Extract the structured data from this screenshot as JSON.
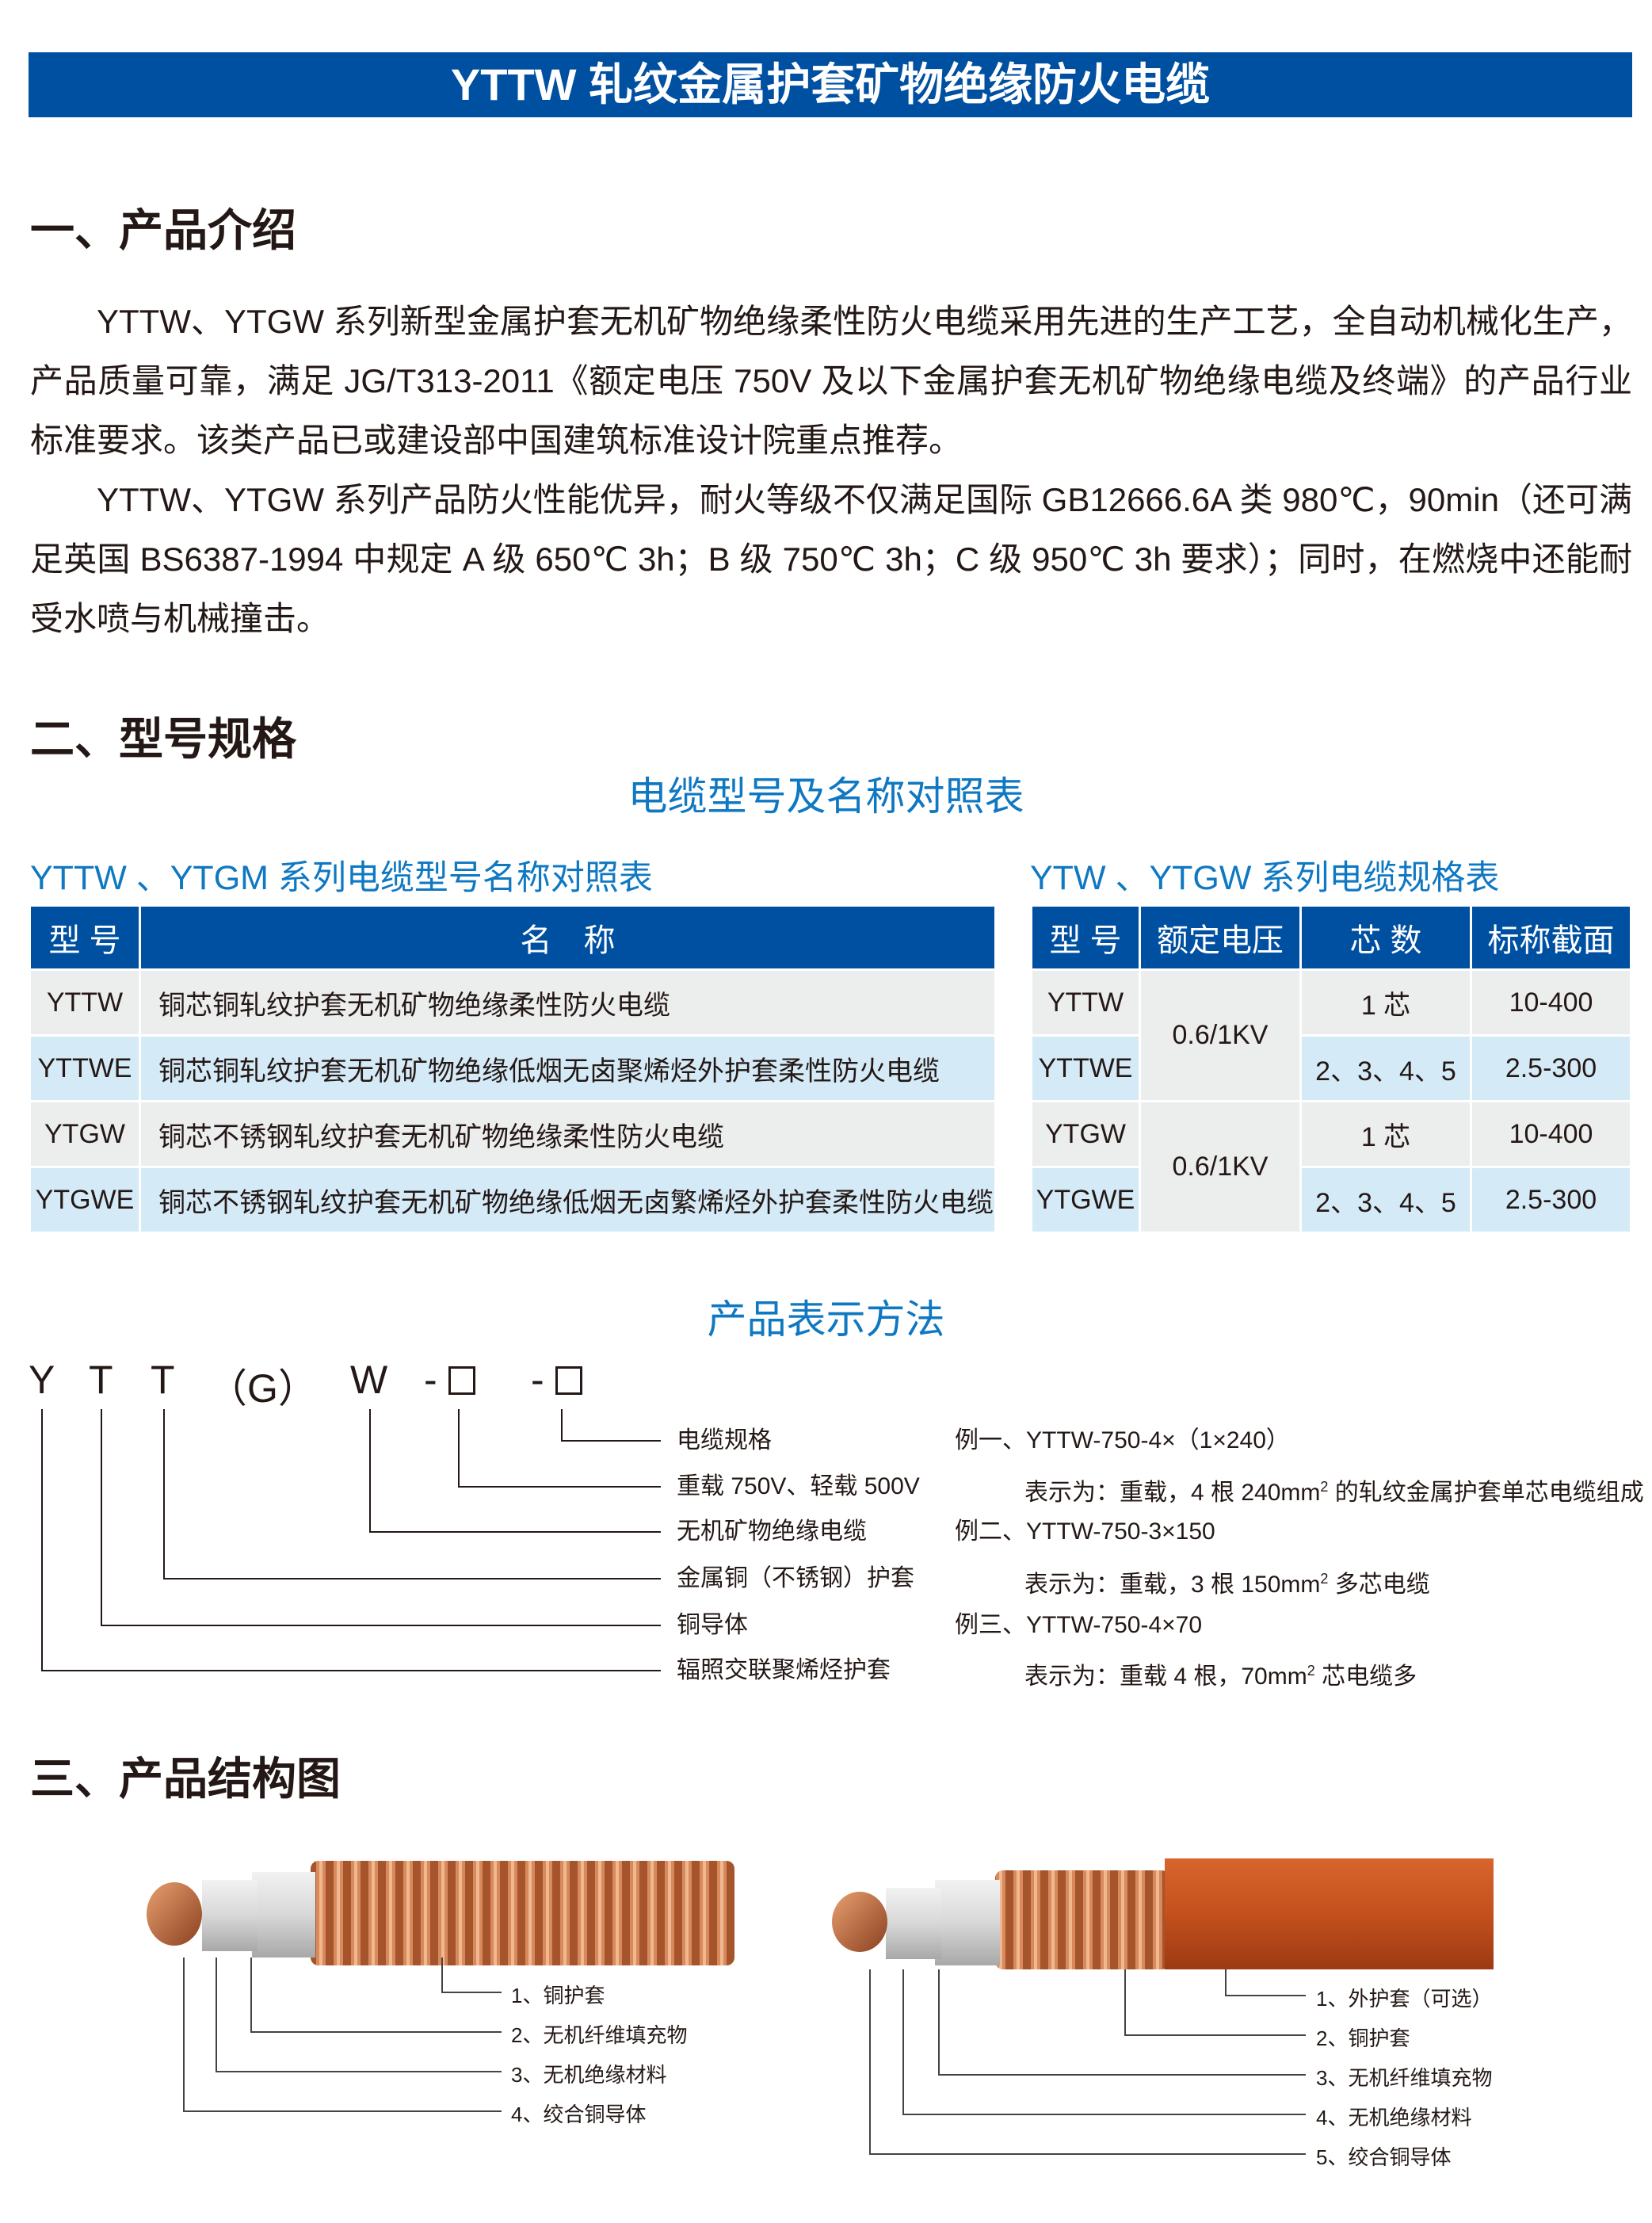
{
  "title": "YTTW 轧纹金属护套矿物绝缘防火电缆",
  "sections": {
    "intro": {
      "heading": "一、产品介绍",
      "paragraphs": [
        "YTTW、YTGW 系列新型金属护套无机矿物绝缘柔性防火电缆采用先进的生产工艺，全自动机械化生产，产品质量可靠，满足 JG/T313-2011《额定电压 750V 及以下金属护套无机矿物绝缘电缆及终端》的产品行业标准要求。该类产品已或建设部中国建筑标准设计院重点推荐。",
        "YTTW、YTGW 系列产品防火性能优异，耐火等级不仅满足国际 GB12666.6A 类 980℃，90min（还可满足英国 BS6387-1994 中规定 A 级 650℃ 3h；B 级 750℃ 3h；C 级 950℃ 3h 要求）；同时，在燃烧中还能耐受水喷与机械撞击。"
      ]
    },
    "spec": {
      "heading": "二、型号规格",
      "subtitle": "电缆型号及名称对照表",
      "left_table": {
        "title": "YTTW 、YTGM 系列电缆型号名称对照表",
        "headers": [
          "型 号",
          "名　称"
        ],
        "rows": [
          [
            "YTTW",
            "铜芯铜轧纹护套无机矿物绝缘柔性防火电缆"
          ],
          [
            "YTTWE",
            "铜芯铜轧纹护套无机矿物绝缘低烟无卤聚烯烃外护套柔性防火电缆"
          ],
          [
            "YTGW",
            "铜芯不锈钢轧纹护套无机矿物绝缘柔性防火电缆"
          ],
          [
            "YTGWE",
            "铜芯不锈钢轧纹护套无机矿物绝缘低烟无卤繁烯烃外护套柔性防火电缆"
          ]
        ]
      },
      "right_table": {
        "title": "YTW 、YTGW 系列电缆规格表",
        "headers": [
          "型 号",
          "额定电压",
          "芯 数",
          "标称截面"
        ],
        "rows": [
          [
            "YTTW",
            "0.6/1KV",
            "1 芯",
            "10-400"
          ],
          [
            "YTTWE",
            "",
            "2、3、4、5",
            "2.5-300"
          ],
          [
            "YTGW",
            "0.6/1KV",
            "1 芯",
            "10-400"
          ],
          [
            "YTGWE",
            "",
            "2、3、4、5",
            "2.5-300"
          ]
        ]
      },
      "method_title": "产品表示方法",
      "code": {
        "y": "Y",
        "t1": "T",
        "t2": "T",
        "g": "（G）",
        "w": "W",
        "dash1": "-",
        "dash2": "-"
      },
      "code_labels": [
        "电缆规格",
        "重载 750V、轻载 500V",
        "无机矿物绝缘电缆",
        "金属铜（不锈钢）护套",
        "铜导体",
        "辐照交联聚烯烃护套"
      ],
      "examples": [
        {
          "title": "例一、YTTW-750-4×（1×240）",
          "desc_pre": "表示为：重载，4 根 240mm",
          "sup": "2",
          "desc_post": " 的轧纹金属护套单芯电缆组成"
        },
        {
          "title": "例二、YTTW-750-3×150",
          "desc_pre": "表示为：重载，3 根 150mm",
          "sup": "2",
          "desc_post": " 多芯电缆"
        },
        {
          "title": "例三、YTTW-750-4×70",
          "desc_pre": "表示为：重载 4 根，70mm",
          "sup": "2",
          "desc_post": " 芯电缆多"
        }
      ]
    },
    "structure": {
      "heading": "三、产品结构图",
      "left_labels": [
        "1、铜护套",
        "2、无机纤维填充物",
        "3、无机绝缘材料",
        "4、绞合铜导体"
      ],
      "right_labels": [
        "1、外护套（可选）",
        "2、铜护套",
        "3、无机纤维填充物",
        "4、无机绝缘材料",
        "5、绞合铜导体"
      ]
    }
  },
  "colors": {
    "brand": "#0050a2",
    "accent": "#0f78c2",
    "row_gray": "#eceded",
    "row_blue": "#d5eaf7",
    "copper": "#c07040",
    "jacket": "#c4501e"
  }
}
